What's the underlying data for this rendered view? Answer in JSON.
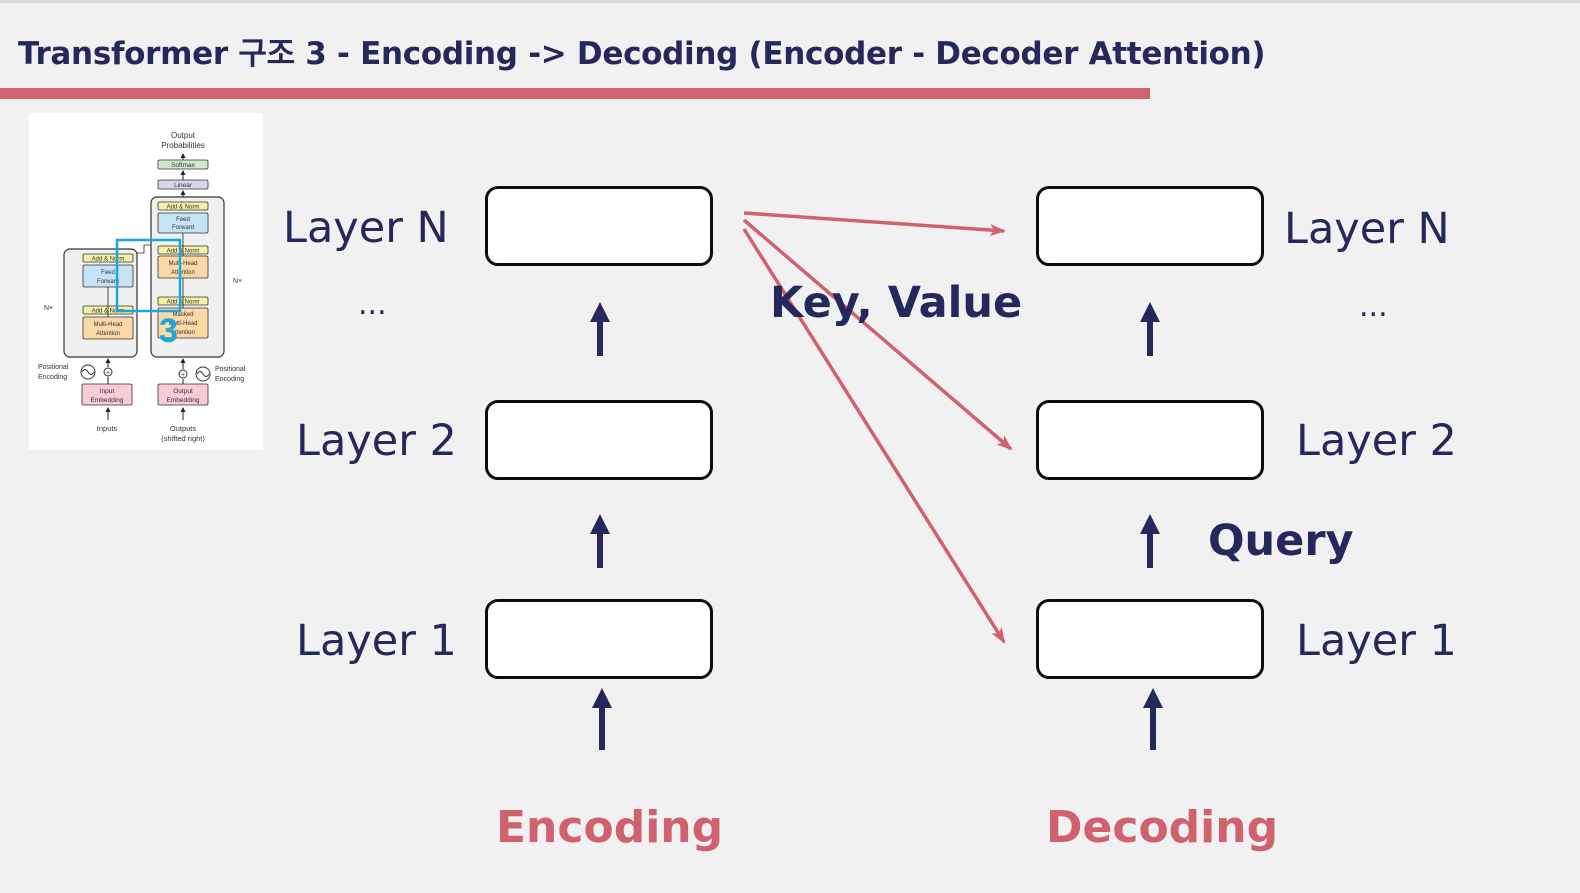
{
  "slide": {
    "title": "Transformer 구조 3 - Encoding -> Decoding (Encoder - Decoder Attention)"
  },
  "thumbnail": {
    "step_number": "3",
    "labels": {
      "output_probabilities_1": "Output",
      "output_probabilities_2": "Probabilities",
      "softmax": "Softmax",
      "linear": "Linear",
      "add_norm": "Add & Norm",
      "feed_forward_1": "Feed",
      "feed_forward_2": "Forward",
      "multi_head_1": "Multi-Head",
      "multi_head_2": "Attention",
      "masked_1": "Masked",
      "masked_2": "Multi-Head",
      "masked_3": "Attention",
      "nx": "N×",
      "positional_1": "Positional",
      "positional_2": "Encoding",
      "input_embedding_1": "Input",
      "input_embedding_2": "Embedding",
      "output_embedding_1": "Output",
      "output_embedding_2": "Embedding",
      "inputs": "Inputs",
      "outputs_1": "Outputs",
      "outputs_2": "(shifted right)"
    },
    "colors": {
      "highlight": "#19a7e0",
      "add_norm": "#f3f1a5",
      "feed_forward": "#c6e3f6",
      "attention": "#fbd9a6",
      "embedding": "#f8cbd5",
      "softmax": "#cfe9cf",
      "linear": "#d6d6ee"
    }
  },
  "encoder": {
    "section_label": "Encoding",
    "layers": [
      {
        "label": "Layer N"
      },
      {
        "label": "Layer 2"
      },
      {
        "label": "Layer 1"
      }
    ],
    "ellipsis": "..."
  },
  "decoder": {
    "section_label": "Decoding",
    "layers": [
      {
        "label": "Layer N"
      },
      {
        "label": "Layer 2"
      },
      {
        "label": "Layer 1"
      }
    ],
    "ellipsis": "..."
  },
  "annotations": {
    "key_value": "Key, Value",
    "query": "Query"
  },
  "colors": {
    "navy": "#24285a",
    "accent": "#d0616f",
    "background": "#f2f1f2"
  }
}
